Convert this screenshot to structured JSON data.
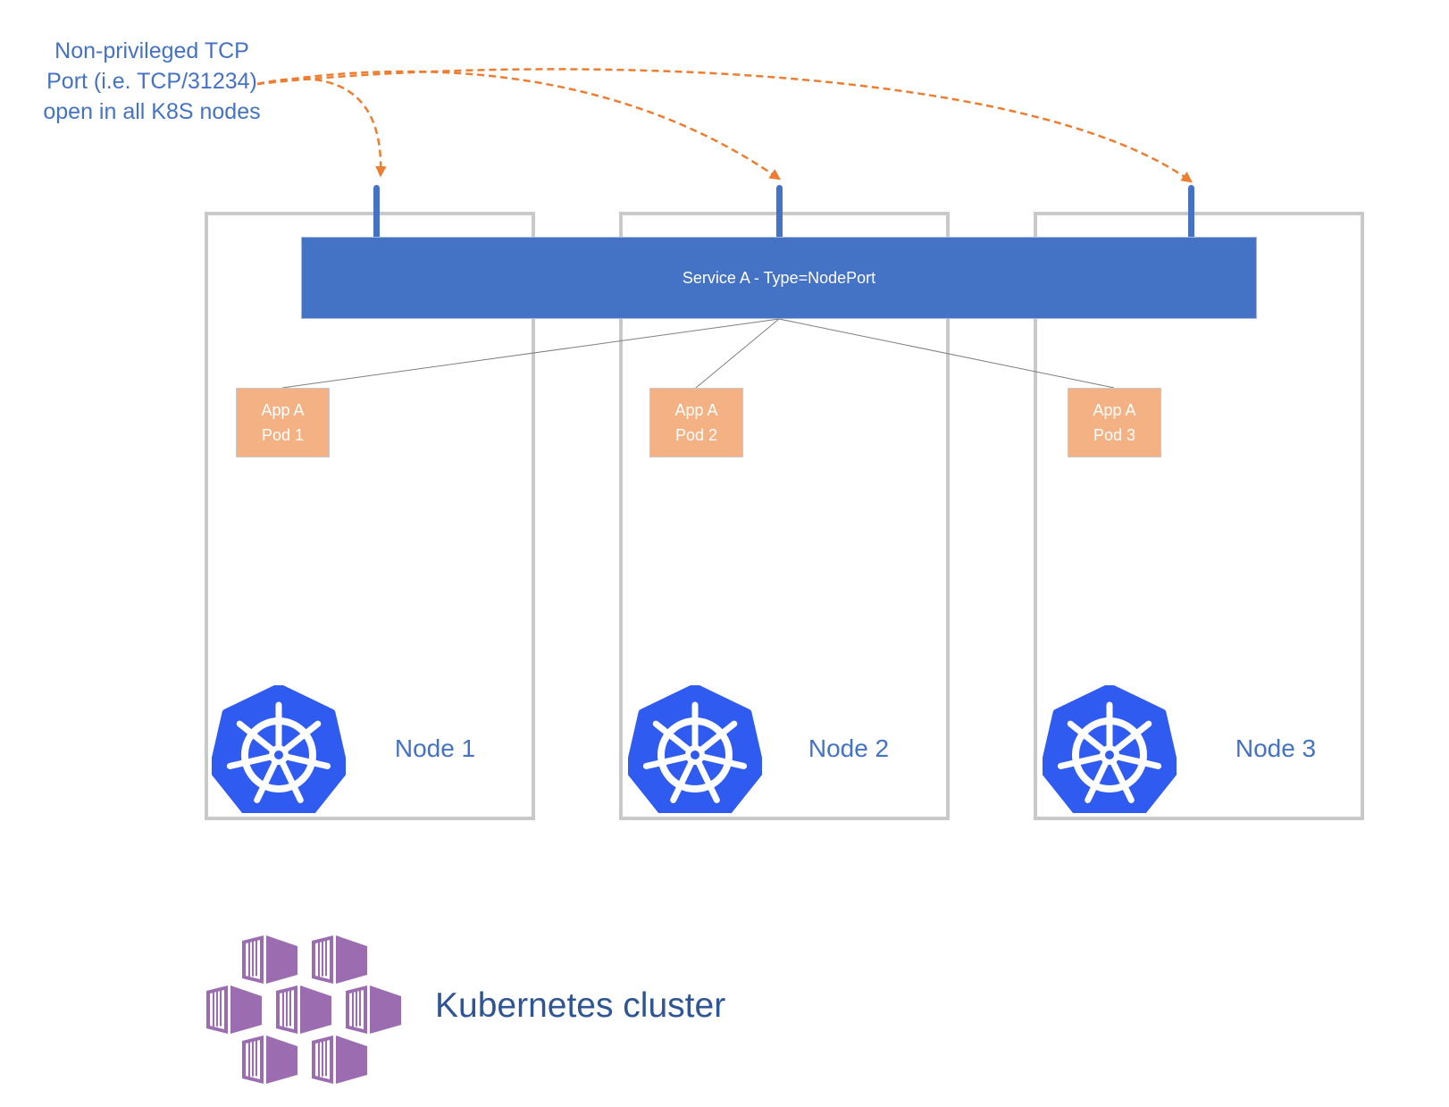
{
  "callout": {
    "lines": [
      "Non-privileged TCP",
      "Port (i.e. TCP/31234)",
      "open in all K8S nodes"
    ],
    "color": "#4472C4",
    "arrow_color": "#ED7D31"
  },
  "service": {
    "label": "Service A - Type=NodePort",
    "color": "#4472C4"
  },
  "nodes": [
    {
      "label": "Node 1",
      "pod": {
        "line1": "App A",
        "line2": "Pod 1"
      }
    },
    {
      "label": "Node 2",
      "pod": {
        "line1": "App A",
        "line2": "Pod 2"
      }
    },
    {
      "label": "Node 3",
      "pod": {
        "line1": "App A",
        "line2": "Pod 3"
      }
    }
  ],
  "icons": {
    "node_icon": "kubernetes-helm-wheel-icon",
    "cluster_icon": "aks-containers-icon"
  },
  "colors": {
    "pod": "#F4B183",
    "node_border": "#C9C9C9",
    "k8s_logo": "#2F5BF0",
    "aks_logo": "#9B6DB0",
    "cluster_label": "#2F5597"
  },
  "cluster": {
    "label": "Kubernetes cluster"
  }
}
